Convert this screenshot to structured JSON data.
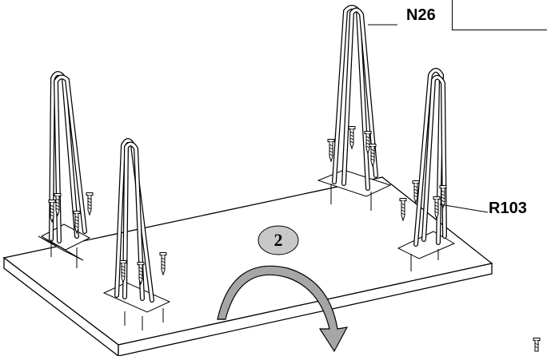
{
  "diagram": {
    "step_number": "2",
    "labels": {
      "leg_part": "N26",
      "screw_part": "R103"
    },
    "colors": {
      "line": "#000000",
      "background": "#ffffff",
      "step_circle_fill": "#c8c8c8",
      "arrow_fill": "#a6a6a6"
    }
  }
}
